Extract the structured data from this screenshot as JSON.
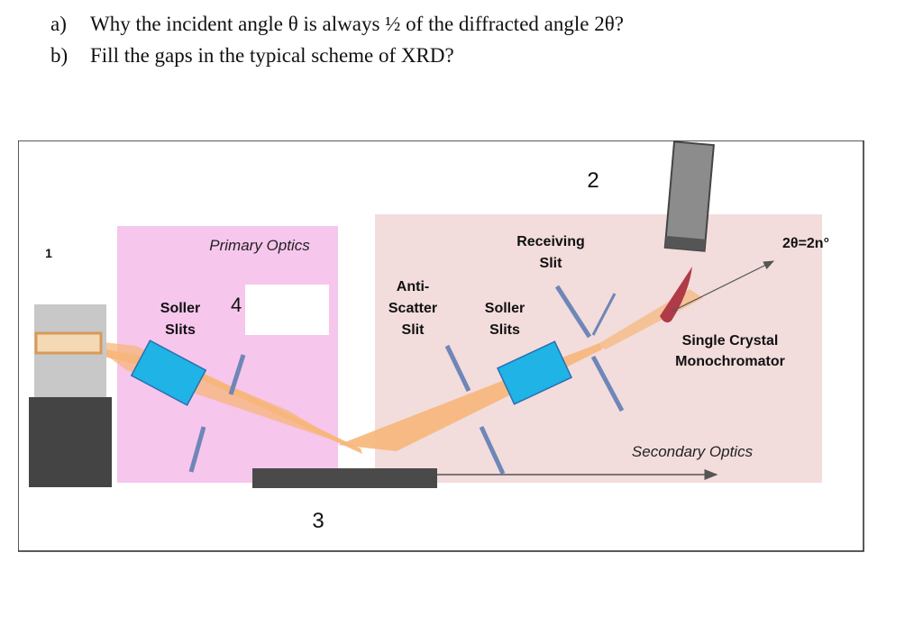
{
  "questions": [
    {
      "label": "a)",
      "text": "Why the incident angle θ is always ½ of the diffracted angle 2θ?"
    },
    {
      "label": "b)",
      "text": "Fill the gaps in the typical scheme of XRD?"
    }
  ],
  "diagram": {
    "numbers": {
      "n1": "1",
      "n2": "2",
      "n3": "3",
      "n4": "4"
    },
    "primary_optics": "Primary Optics",
    "secondary_optics": "Secondary Optics",
    "soller_slits_left": [
      "Soller",
      "Slits"
    ],
    "anti_scatter_slit": [
      "Anti-",
      "Scatter",
      "Slit"
    ],
    "soller_slits_right": [
      "Soller",
      "Slits"
    ],
    "receiving_slit": [
      "Receiving",
      "Slit"
    ],
    "two_theta": "2θ=2n°",
    "monochromator": [
      "Single Crystal",
      "Monochromator"
    ],
    "colors": {
      "primary_region": "#f6c6ec",
      "secondary_region": "#f2dcdc",
      "beam": "#f7b67a",
      "soller": "#1fb3e6",
      "slit": "#6f86b8",
      "tube_top": "#c8c8c8",
      "tube_bottom": "#444444",
      "sample": "#4a4a4a",
      "detector": "#8c8c8c",
      "crystal": "#b03a48"
    }
  }
}
